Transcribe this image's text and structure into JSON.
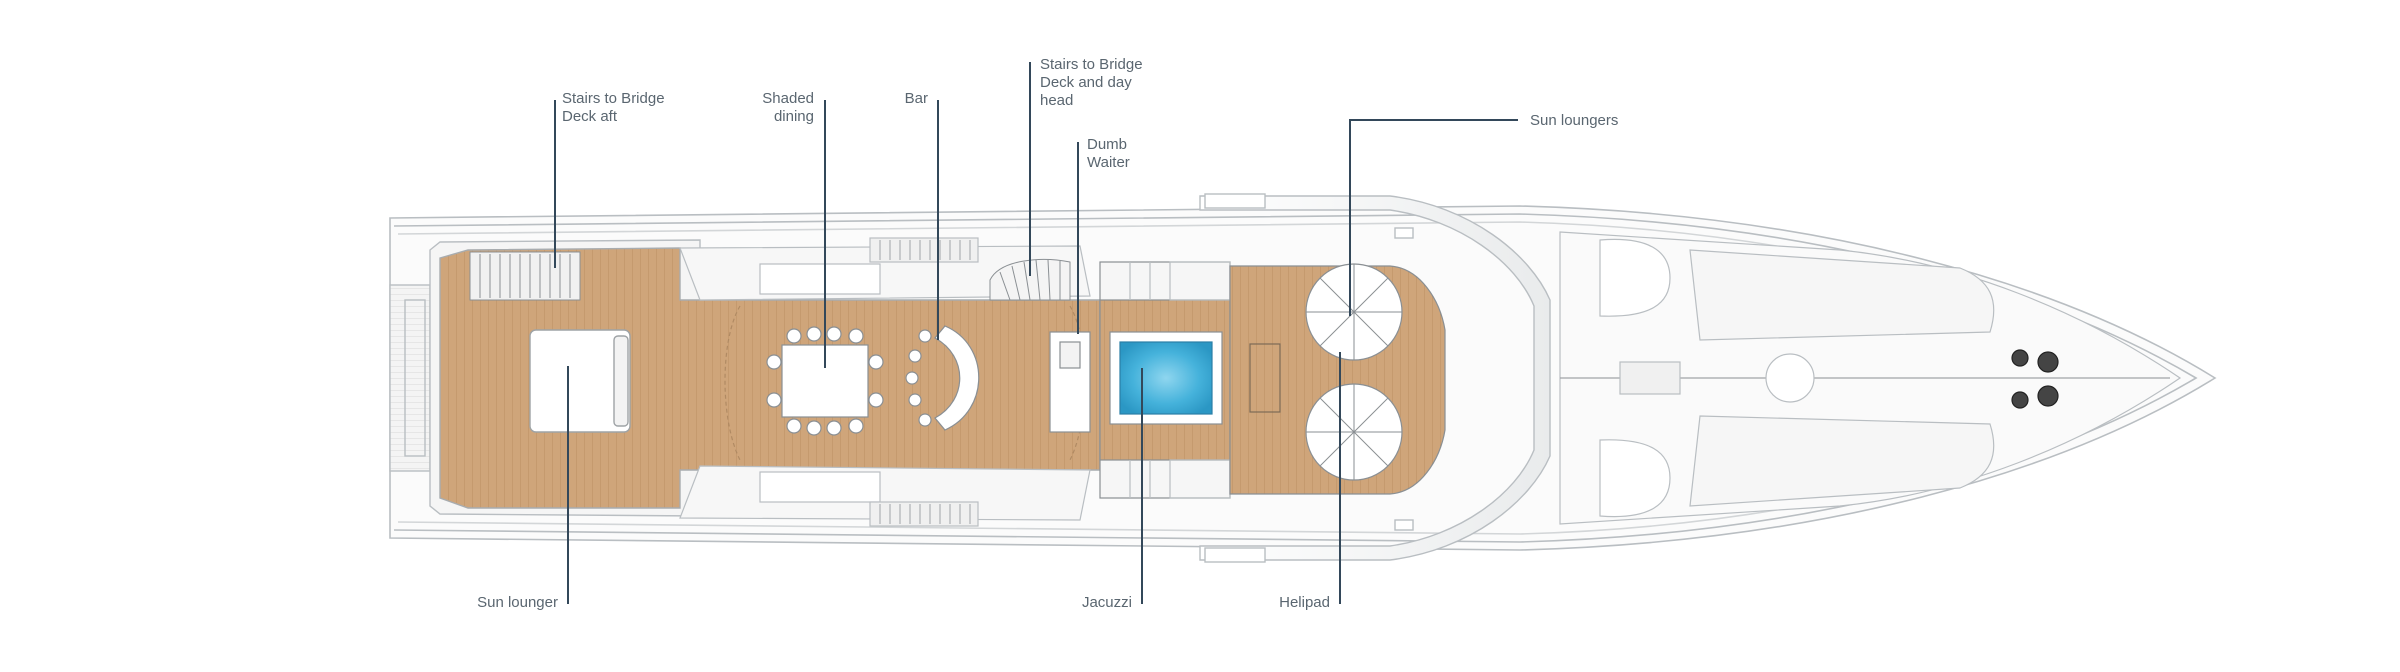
{
  "callouts": {
    "stairs_aft": "Stairs to Bridge\nDeck aft",
    "shaded_dining": "Shaded\ndining",
    "bar": "Bar",
    "stairs_day_head": "Stairs to Bridge\nDeck and day\nhead",
    "dumb_waiter": "Dumb\nWaiter",
    "sun_loungers": "Sun loungers",
    "sun_lounger": "Sun lounger",
    "jacuzzi": "Jacuzzi",
    "helipad": "Helipad"
  },
  "colors": {
    "teak": "#cfa57a",
    "teak_plank": "#b98c60",
    "hull_line": "#b9bec2",
    "leader_line": "#33485a",
    "water": "#4fb8de",
    "text": "#5a6670"
  }
}
